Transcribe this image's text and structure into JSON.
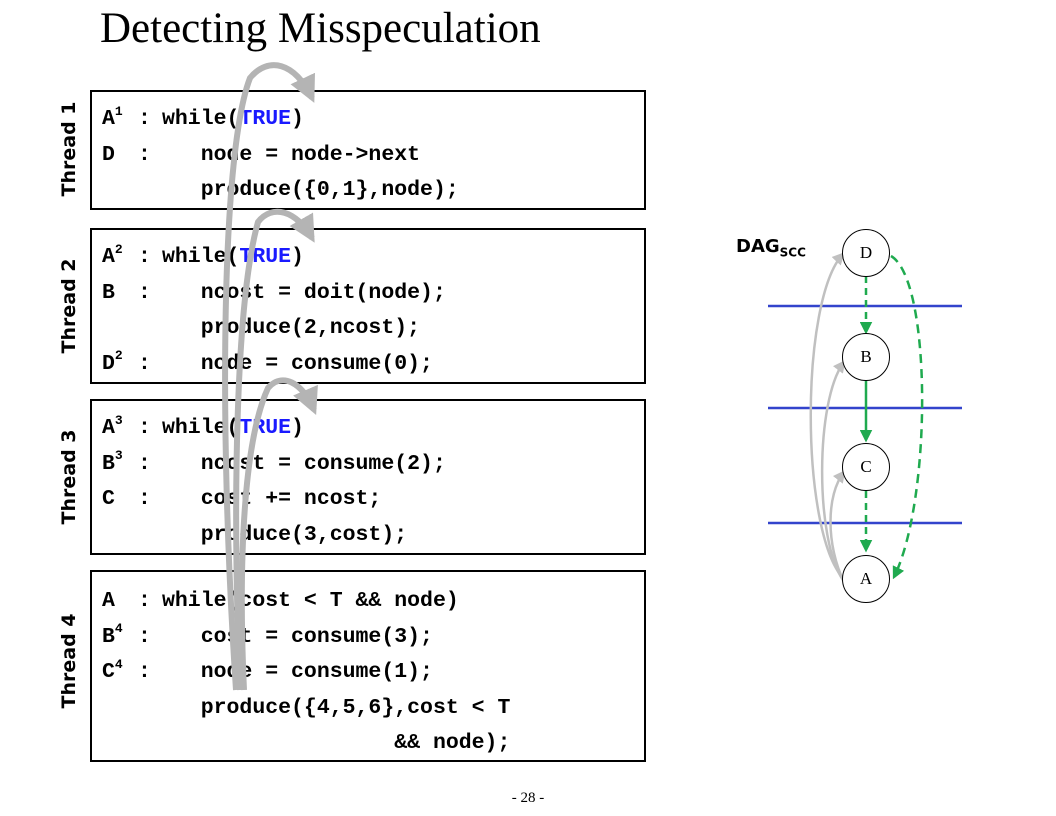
{
  "title": "Detecting Misspeculation",
  "page_number": "- 28 -",
  "threads": [
    {
      "label": "Thread 1",
      "lines": [
        {
          "label": "A",
          "sup": "1",
          "pre": "while(",
          "kw": "TRUE",
          "post": ")"
        },
        {
          "label": "D",
          "sup": "",
          "pre": "   node = node->next",
          "kw": "",
          "post": ""
        },
        {
          "label": "",
          "sup": "",
          "pre": "   produce({0,1},node);",
          "kw": "",
          "post": ""
        }
      ]
    },
    {
      "label": "Thread 2",
      "lines": [
        {
          "label": "A",
          "sup": "2",
          "pre": "while(",
          "kw": "TRUE",
          "post": ")"
        },
        {
          "label": "B",
          "sup": "",
          "pre": "   ncost = doit(node);",
          "kw": "",
          "post": ""
        },
        {
          "label": "",
          "sup": "",
          "pre": "   produce(2,ncost);",
          "kw": "",
          "post": ""
        },
        {
          "label": "D",
          "sup": "2",
          "pre": "   node = consume(0);",
          "kw": "",
          "post": ""
        }
      ]
    },
    {
      "label": "Thread 3",
      "lines": [
        {
          "label": "A",
          "sup": "3",
          "pre": "while(",
          "kw": "TRUE",
          "post": ")"
        },
        {
          "label": "B",
          "sup": "3",
          "pre": "   ncost = consume(2);",
          "kw": "",
          "post": ""
        },
        {
          "label": "C",
          "sup": "",
          "pre": "   cost += ncost;",
          "kw": "",
          "post": ""
        },
        {
          "label": "",
          "sup": "",
          "pre": "   produce(3,cost);",
          "kw": "",
          "post": ""
        }
      ]
    },
    {
      "label": "Thread 4",
      "lines": [
        {
          "label": "A",
          "sup": "",
          "pre": "while(cost < T && node)",
          "kw": "",
          "post": ""
        },
        {
          "label": "B",
          "sup": "4",
          "pre": "   cost = consume(3);",
          "kw": "",
          "post": ""
        },
        {
          "label": "C",
          "sup": "4",
          "pre": "   node = consume(1);",
          "kw": "",
          "post": ""
        },
        {
          "label": "",
          "sup": "",
          "pre": "   produce({4,5,6},cost < T",
          "kw": "",
          "post": ""
        },
        {
          "label": "",
          "sup": "",
          "pre": "                  && node);",
          "kw": "",
          "post": ""
        }
      ]
    }
  ],
  "dag": {
    "label": "DAG",
    "label_sub": "SCC",
    "nodes": [
      "D",
      "B",
      "C",
      "A"
    ],
    "colors": {
      "edge_green": "#1faa4f",
      "partition_blue": "#3344cc",
      "back_edge_gray": "#c0c0c0",
      "keyword_blue": "#1a1aff"
    }
  }
}
